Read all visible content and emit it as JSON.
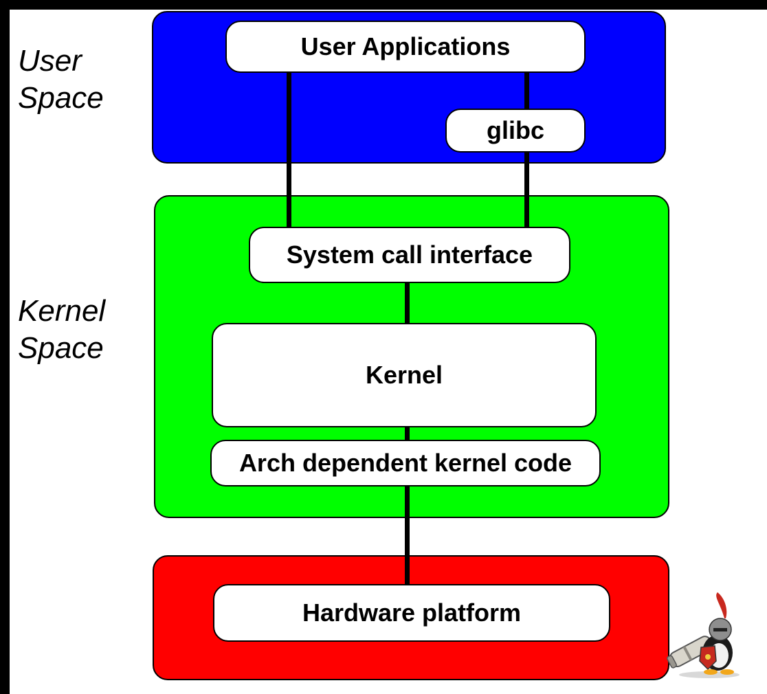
{
  "labels": {
    "user_space": [
      "User",
      "Space"
    ],
    "kernel_space": [
      "Kernel",
      "Space"
    ]
  },
  "boxes": {
    "user_applications": "User Applications",
    "glibc": "glibc",
    "system_call_interface": "System call interface",
    "kernel": "Kernel",
    "arch_dependent": "Arch dependent kernel code",
    "hardware_platform": "Hardware platform"
  },
  "colors": {
    "user_space": "#0000ff",
    "kernel_space": "#00ff00",
    "hardware": "#ff0000",
    "box": "#ffffff",
    "line": "#000000",
    "background": "#000000"
  },
  "icons": {
    "mascot": "tux-knight-cannon-icon"
  }
}
